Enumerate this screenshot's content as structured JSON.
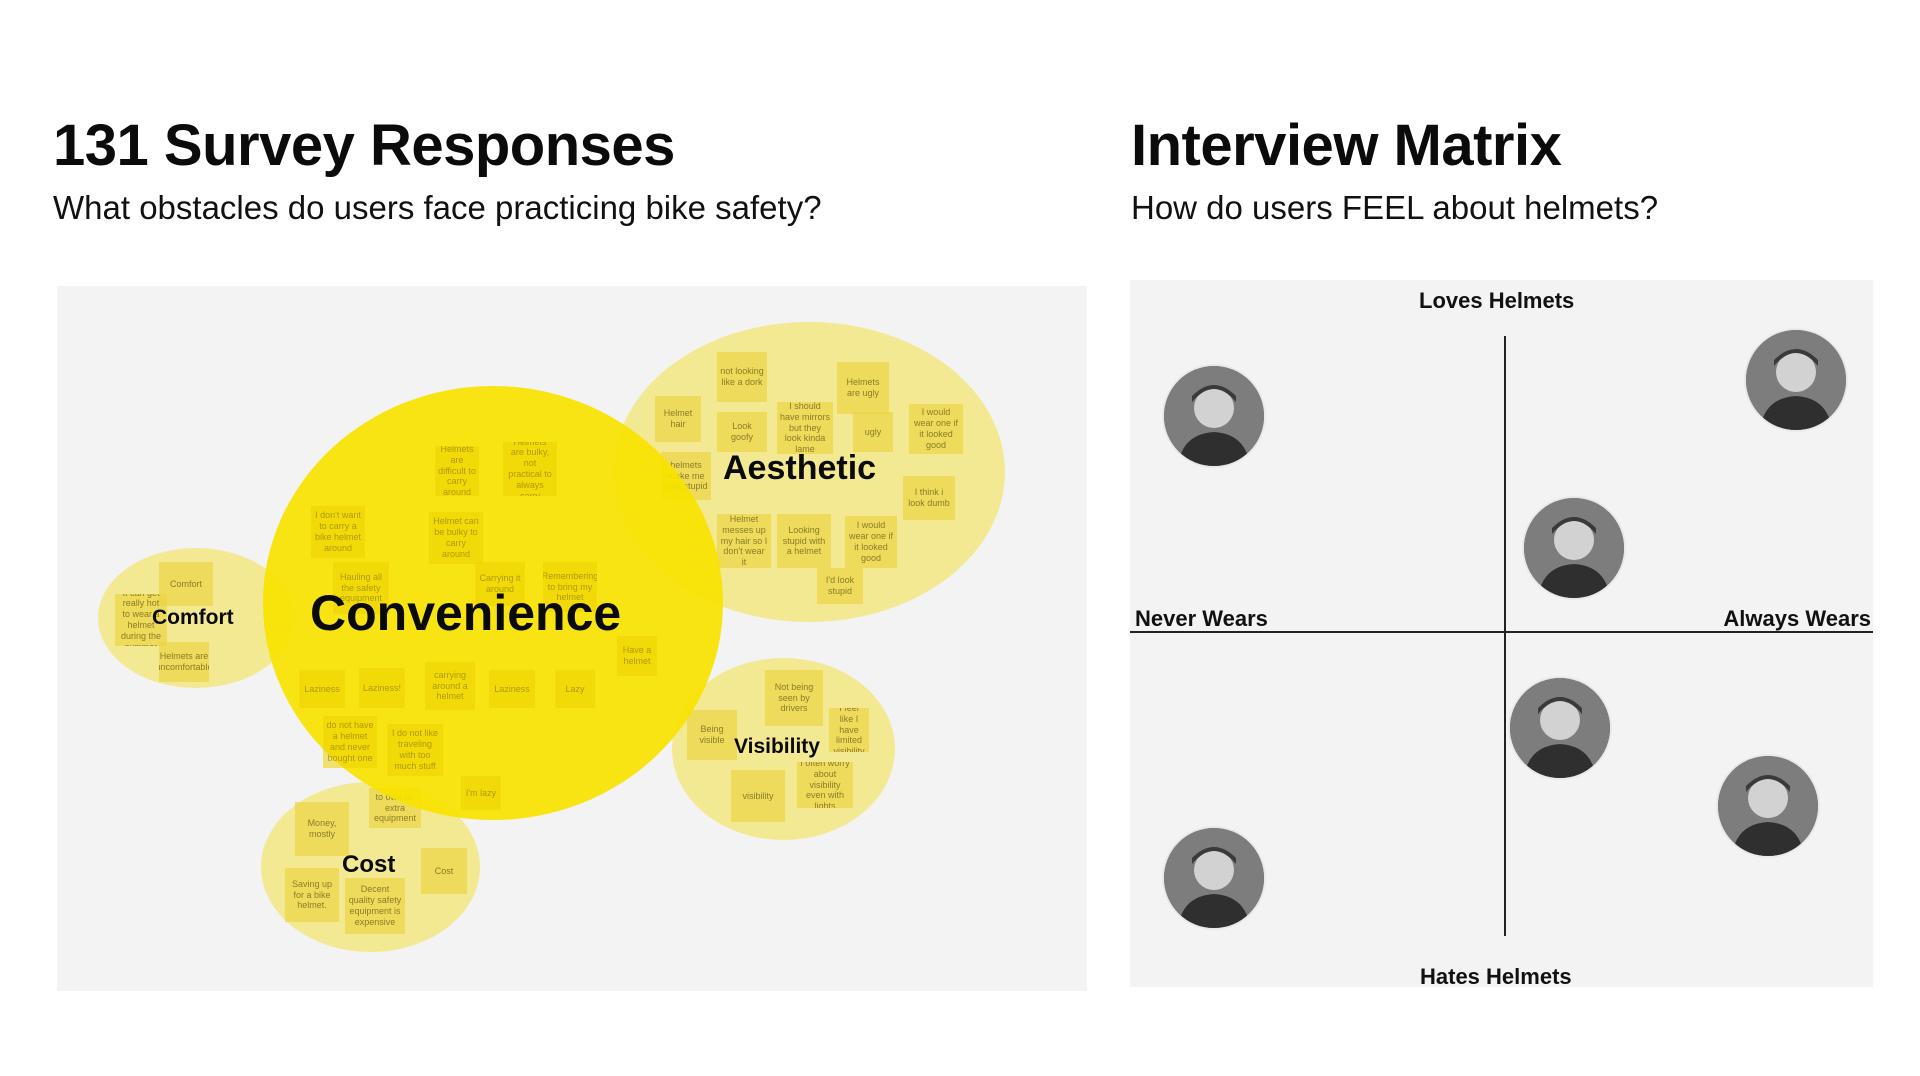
{
  "survey": {
    "title": "131 Survey Responses",
    "subtitle": "What obstacles do users face practicing bike safety?",
    "clusters": {
      "convenience": "Convenience",
      "aesthetic": "Aesthetic",
      "comfort": "Comfort",
      "visibility": "Visibility",
      "cost": "Cost"
    },
    "notes": {
      "aesthetic": [
        "not looking like a dork",
        "Helmet hair",
        "Look goofy",
        "I should have mirrors but they look kinda lame",
        "ugly",
        "I would wear one if it looked good",
        "helmets make me look stupid",
        "Helmet messes up my hair so I don't wear it",
        "Looking stupid with a helmet",
        "I would wear one if it looked good",
        "Helmets are ugly",
        "I think i look dumb",
        "I'd look stupid"
      ],
      "comfort": [
        "Comfort",
        "It can get really hot to wear a helmet during the summer",
        "Helmets are uncomfortable"
      ],
      "convenience": [
        "Helmets are difficult to carry around",
        "Helmets are bulky, not practical to always carry",
        "I don't want to carry a bike helmet around",
        "Helmet can be bulky to carry around",
        "Hauling all the safety equipment",
        "Carrying it around",
        "Remembering to bring my helmet",
        "Laziness",
        "Laziness!",
        "carrying around a helmet",
        "Laziness",
        "Lazy",
        "do not have a helmet and never bought one",
        "I do not like traveling with too much stuff",
        "I'm lazy",
        "Have a helmet"
      ],
      "visibility": [
        "Not being seen by drivers",
        "Being visible",
        "I feel like I have limited visibility",
        "visibility",
        "I often worry about visibility even with lights"
      ],
      "cost": [
        "Money, mostly",
        "Cost",
        "Saving up for a bike helmet.",
        "Decent quality safety equipment is expensive",
        "to own an extra equipment"
      ]
    }
  },
  "matrix": {
    "title": "Interview Matrix",
    "subtitle": "How do users FEEL about helmets?",
    "axis_top": "Loves Helmets",
    "axis_bottom": "Hates Helmets",
    "axis_left": "Never Wears",
    "axis_right": "Always Wears",
    "participants": [
      {
        "id": "p1",
        "loves": 0.72,
        "wears": 0.08
      },
      {
        "id": "p2",
        "loves": 0.84,
        "wears": 0.92
      },
      {
        "id": "p3",
        "loves": 0.28,
        "wears": 0.6
      },
      {
        "id": "p4",
        "loves": -0.32,
        "wears": 0.58
      },
      {
        "id": "p5",
        "loves": -0.58,
        "wears": 0.88
      },
      {
        "id": "p6",
        "loves": -0.82,
        "wears": 0.08
      }
    ]
  }
}
